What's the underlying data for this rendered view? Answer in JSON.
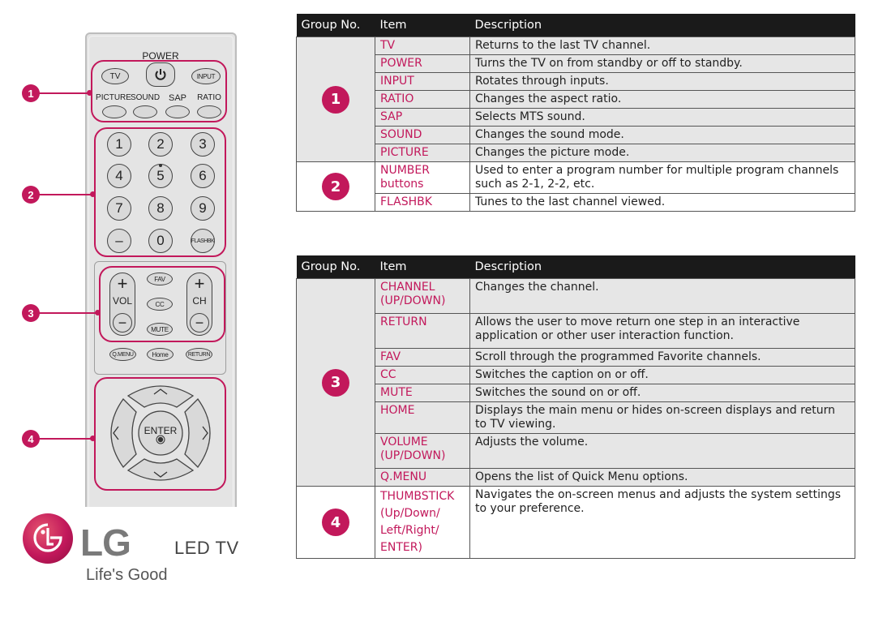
{
  "remote": {
    "power_label": "POWER",
    "tv": "TV",
    "input": "INPUT",
    "picture": "PICTURE",
    "sound": "SOUND",
    "sap": "SAP",
    "ratio": "RATIO",
    "numbers": [
      "1",
      "2",
      "3",
      "4",
      "5",
      "6",
      "7",
      "8",
      "9",
      "–",
      "0",
      "FLASHBK"
    ],
    "vol": "VOL",
    "ch": "CH",
    "fav": "FAV",
    "cc": "CC",
    "mute": "MUTE",
    "qmenu": "Q.MENU",
    "home": "Home",
    "return": "RETURN",
    "enter": "ENTER",
    "markers": [
      "1",
      "2",
      "3",
      "4"
    ]
  },
  "brand": {
    "logo": "LG",
    "product": "LED TV",
    "tagline": "Life's Good",
    "accent": "#c2185b"
  },
  "table1": {
    "headers": [
      "Group No.",
      "Item",
      "Description"
    ],
    "groups": [
      {
        "no": "1",
        "rows": [
          {
            "item": "TV",
            "desc": "Returns to the last TV channel."
          },
          {
            "item": "POWER",
            "desc": "Turns the TV on from standby or off to standby."
          },
          {
            "item": "INPUT",
            "desc": "Rotates through inputs."
          },
          {
            "item": "RATIO",
            "desc": "Changes the aspect ratio."
          },
          {
            "item": "SAP",
            "desc": "Selects MTS sound."
          },
          {
            "item": "SOUND",
            "desc": "Changes the sound mode."
          },
          {
            "item": "PICTURE",
            "desc": "Changes the picture mode."
          }
        ]
      },
      {
        "no": "2",
        "rows": [
          {
            "item": "NUMBER buttons",
            "desc": "Used to enter a program number for multiple program channels such as 2-1, 2-2, etc."
          },
          {
            "item": "FLASHBK",
            "desc": "Tunes to the last channel viewed."
          }
        ]
      }
    ]
  },
  "table2": {
    "headers": [
      "Group No.",
      "Item",
      "Description"
    ],
    "groups": [
      {
        "no": "3",
        "rows": [
          {
            "item": "CHANNEL (UP/DOWN)",
            "desc": "Changes the channel."
          },
          {
            "item": "RETURN",
            "desc": "Allows the user to move return one step in an interactive application or other user interaction function."
          },
          {
            "item": "FAV",
            "desc": "Scroll through the programmed Favorite channels."
          },
          {
            "item": "CC",
            "desc": "Switches the caption on or off."
          },
          {
            "item": "MUTE",
            "desc": "Switches the sound on or off."
          },
          {
            "item": "HOME",
            "desc": "Displays the main menu or hides on-screen displays and return to TV viewing."
          },
          {
            "item": "VOLUME (UP/DOWN)",
            "desc": "Adjusts the volume."
          },
          {
            "item": "Q.MENU",
            "desc": "Opens the list of Quick Menu options."
          }
        ]
      },
      {
        "no": "4",
        "rows": [
          {
            "item": "THUMBSTICK (Up/Down/ Left/Right/ ENTER)",
            "desc": "Navigates the on-screen menus and adjusts the system settings to your preference."
          }
        ]
      }
    ]
  }
}
